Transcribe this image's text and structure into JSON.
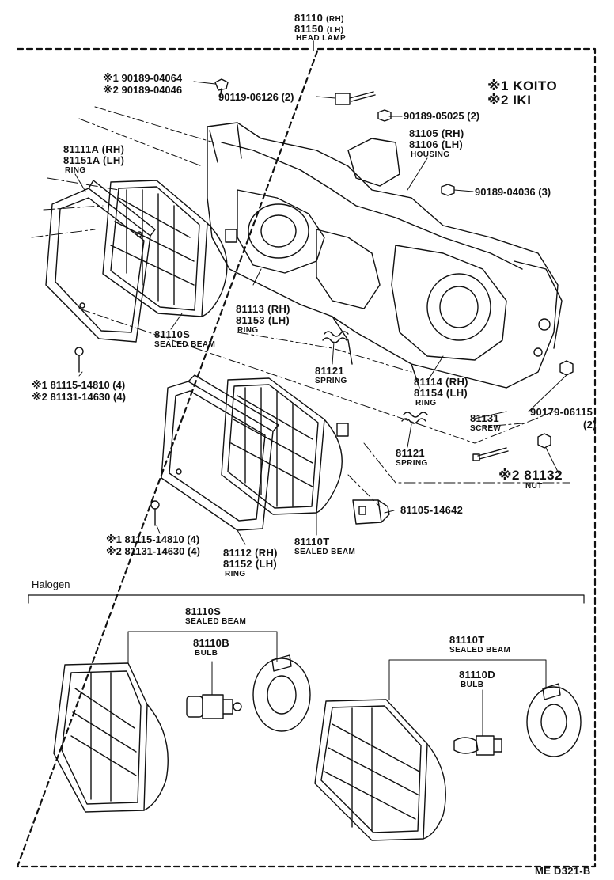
{
  "title": {
    "pn_rh": "81110",
    "rh": "(RH)",
    "pn_lh": "81150",
    "lh": "(LH)",
    "name": "HEAD LAMP"
  },
  "legend": {
    "m1": "※1 KOITO",
    "m2": "※2 IKI"
  },
  "callouts": {
    "bolt_a1": "※1 90189-04064",
    "bolt_a2": "※2 90189-04046",
    "bolt_b": "90119-06126 (2)",
    "bolt_c": "90189-05025 (2)",
    "bolt_d": "90189-04036 (3)",
    "housing_1": "81105 (RH)",
    "housing_2": "81106 (LH)",
    "housing_name": "HOUSING",
    "ring_a1": "81111A (RH)",
    "ring_a2": "81151A (LH)",
    "ring_a_name": "RING",
    "ring_b1": "81113 (RH)",
    "ring_b2": "81153 (LH)",
    "ring_b_name": "RING",
    "beam_s": "81110S",
    "beam_s_name": "SEALED BEAM",
    "screw_u1": "※1 81115-14810 (4)",
    "screw_u2": "※2 81131-14630 (4)",
    "spring_1": "81121",
    "spring_1_name": "SPRING",
    "ring_c1": "81114 (RH)",
    "ring_c2": "81154 (LH)",
    "ring_c_name": "RING",
    "nut_r": "90179-06115",
    "nut_r_qty": "(2)",
    "screw_pn": "81131",
    "screw_name": "SCREW",
    "spring_2": "81121",
    "spring_2_name": "SPRING",
    "nut_pn": "※2 81132",
    "nut_name": "NUT",
    "socket": "81105-14642",
    "screw_l1": "※1 81115-14810 (4)",
    "screw_l2": "※2 81131-14630 (4)",
    "ring_d1": "81112 (RH)",
    "ring_d2": "81152 (LH)",
    "ring_d_name": "RING",
    "beam_t": "81110T",
    "beam_t_name": "SEALED BEAM"
  },
  "halogen": {
    "section_label": "Halogen",
    "s_pn": "81110S",
    "s_name": "SEALED BEAM",
    "s_bulb_pn": "81110B",
    "s_bulb_name": "BULB",
    "t_pn": "81110T",
    "t_name": "SEALED BEAM",
    "t_bulb_pn": "81110D",
    "t_bulb_name": "BULB"
  },
  "footer": {
    "ref": "ME  D321-B"
  }
}
